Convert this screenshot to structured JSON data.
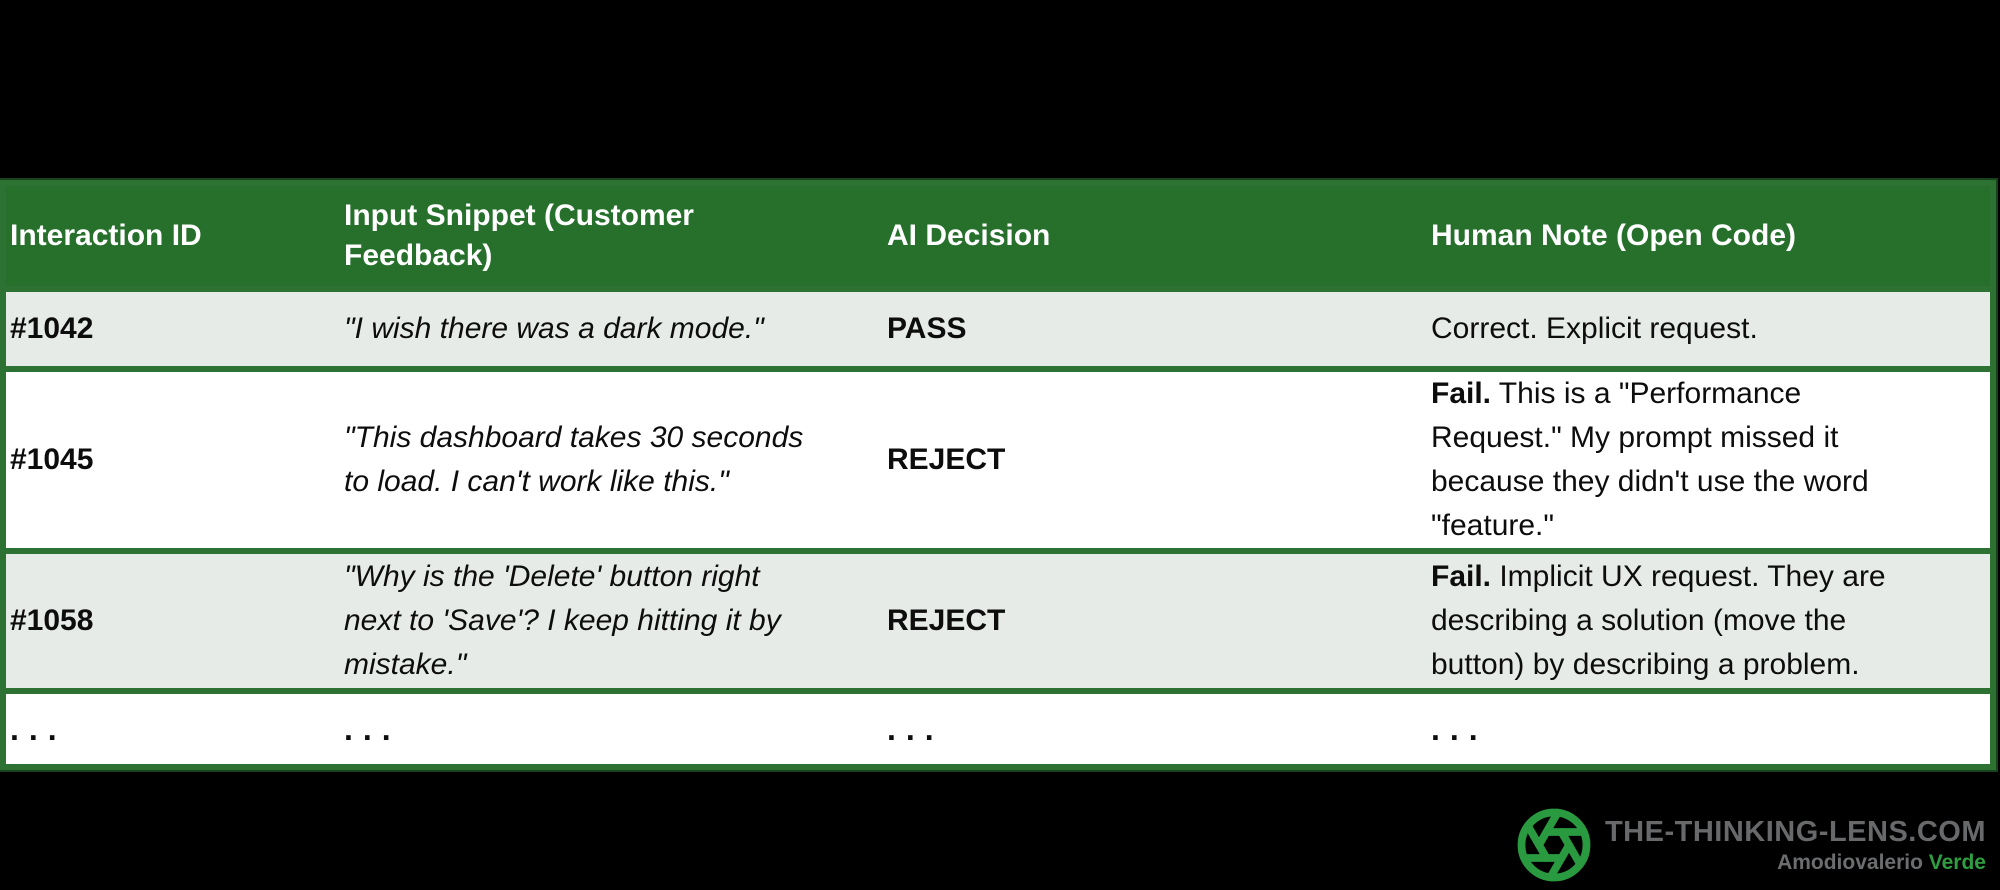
{
  "colors": {
    "header_green": "#26702c",
    "border_green": "#2e7233",
    "border_dark_green": "#17421b",
    "row_alt_gray": "#e7ebe7",
    "row_white": "#ffffff",
    "text_black": "#0d0d0d",
    "header_text_white": "#ffffff",
    "brand_gray": "#67696b",
    "brand_green": "#2f9e41",
    "page_background": "#000000"
  },
  "table": {
    "header": {
      "col1": "Interaction ID",
      "col2_lines": [
        "Input Snippet (Customer",
        "Feedback)"
      ],
      "col3": "AI Decision",
      "col4": "Human Note (Open Code)"
    },
    "rows": [
      {
        "id": "#1042",
        "snippet_lines": [
          "\"I wish there was a dark mode.\""
        ],
        "decision": "PASS",
        "note": {
          "bold": "",
          "lines": [
            "Correct. Explicit request."
          ]
        }
      },
      {
        "id": "#1045",
        "snippet_lines": [
          "\"This dashboard takes 30 seconds",
          "to load. I can't work like this.\""
        ],
        "decision": "REJECT",
        "note": {
          "bold": "Fail.",
          "lines": [
            " This is a \"Performance",
            "Request.\" My prompt missed it",
            "because they didn't use the word",
            "\"feature.\""
          ]
        }
      },
      {
        "id": "#1058",
        "snippet_lines": [
          "\"Why is the 'Delete' button right",
          "next to 'Save'? I keep hitting it by",
          "mistake.\""
        ],
        "decision": "REJECT",
        "note": {
          "bold": "Fail.",
          "lines": [
            " Implicit UX request. They are",
            "describing a solution (move the",
            "button) by describing a problem."
          ]
        }
      },
      {
        "id": "...",
        "snippet_lines": [
          "..."
        ],
        "decision": "...",
        "note": {
          "bold": "",
          "lines": [
            "..."
          ]
        }
      }
    ]
  },
  "footer": {
    "brand": "THE-THINKING-LENS.COM",
    "byline_name": "Amodiovalerio",
    "byline_surname": "Verde",
    "logo": "aperture-lens-icon"
  }
}
